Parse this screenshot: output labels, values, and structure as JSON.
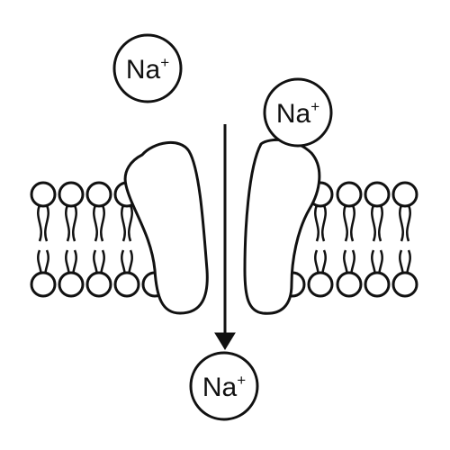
{
  "ions": [
    {
      "id": "ion-top-left",
      "symbol": "Na",
      "charge": "+"
    },
    {
      "id": "ion-top-right",
      "symbol": "Na",
      "charge": "+"
    },
    {
      "id": "ion-bottom",
      "symbol": "Na",
      "charge": "+"
    }
  ],
  "colors": {
    "stroke": "#111111",
    "fill": "#ffffff"
  }
}
